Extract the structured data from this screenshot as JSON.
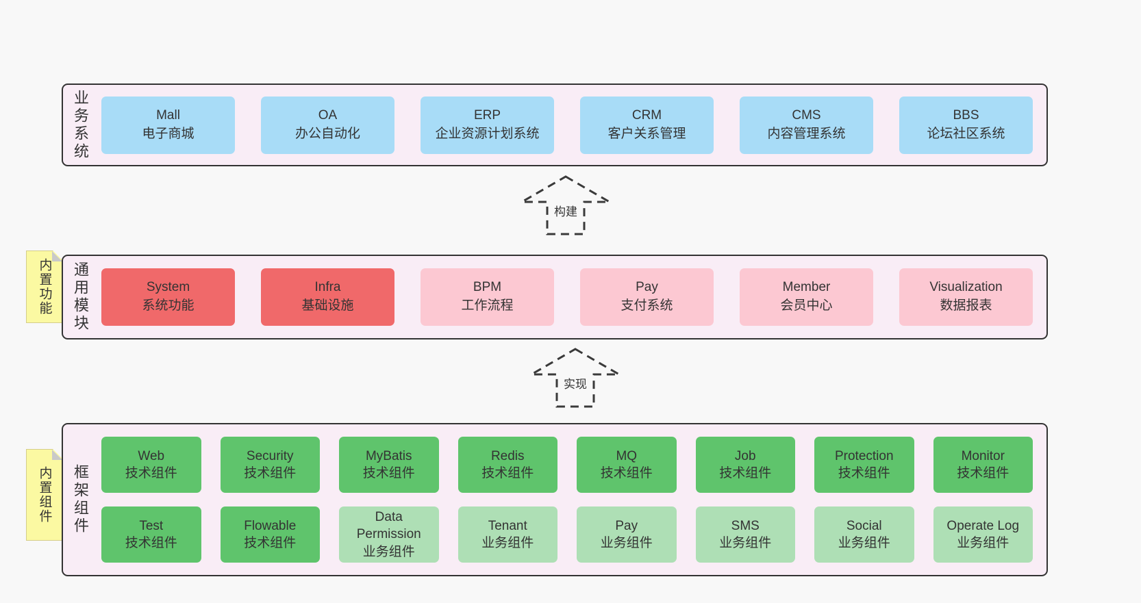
{
  "colors": {
    "pageBg": "#f8f8f8",
    "sectionBg": "#f9edf6",
    "border": "#333333",
    "text": "#333333",
    "blue": "#a8dcf7",
    "red": "#f0696a",
    "pink": "#fcc8d2",
    "green": "#5fc46c",
    "greenLight": "#aedfb5",
    "yellow": "#fbf9a2",
    "fold": "#c9c9c9"
  },
  "arrows": [
    {
      "label": "构建"
    },
    {
      "label": "实现"
    }
  ],
  "sections": {
    "business": {
      "label": "业务系统",
      "items": [
        {
          "en": "Mall",
          "zh": "电子商城",
          "type": "blue"
        },
        {
          "en": "OA",
          "zh": "办公自动化",
          "type": "blue"
        },
        {
          "en": "ERP",
          "zh": "企业资源计划系统",
          "type": "blue"
        },
        {
          "en": "CRM",
          "zh": "客户关系管理",
          "type": "blue"
        },
        {
          "en": "CMS",
          "zh": "内容管理系统",
          "type": "blue"
        },
        {
          "en": "BBS",
          "zh": "论坛社区系统",
          "type": "blue"
        }
      ]
    },
    "modules": {
      "label": "通用模块",
      "tag": "内置功能",
      "items": [
        {
          "en": "System",
          "zh": "系统功能",
          "type": "red"
        },
        {
          "en": "Infra",
          "zh": "基础设施",
          "type": "red"
        },
        {
          "en": "BPM",
          "zh": "工作流程",
          "type": "pink"
        },
        {
          "en": "Pay",
          "zh": "支付系统",
          "type": "pink"
        },
        {
          "en": "Member",
          "zh": "会员中心",
          "type": "pink"
        },
        {
          "en": "Visualization",
          "zh": "数据报表",
          "type": "pink"
        }
      ]
    },
    "components": {
      "label": "框架组件",
      "tag": "内置组件",
      "rows": [
        [
          {
            "en": "Web",
            "zh": "技术组件",
            "type": "green"
          },
          {
            "en": "Security",
            "zh": "技术组件",
            "type": "green"
          },
          {
            "en": "MyBatis",
            "zh": "技术组件",
            "type": "green"
          },
          {
            "en": "Redis",
            "zh": "技术组件",
            "type": "green"
          },
          {
            "en": "MQ",
            "zh": "技术组件",
            "type": "green"
          },
          {
            "en": "Job",
            "zh": "技术组件",
            "type": "green"
          },
          {
            "en": "Protection",
            "zh": "技术组件",
            "type": "green"
          },
          {
            "en": "Monitor",
            "zh": "技术组件",
            "type": "green"
          }
        ],
        [
          {
            "en": "Test",
            "zh": "技术组件",
            "type": "green"
          },
          {
            "en": "Flowable",
            "zh": "技术组件",
            "type": "green"
          },
          {
            "en": "Data Permission",
            "zh": "业务组件",
            "type": "green-light"
          },
          {
            "en": "Tenant",
            "zh": "业务组件",
            "type": "green-light"
          },
          {
            "en": "Pay",
            "zh": "业务组件",
            "type": "green-light"
          },
          {
            "en": "SMS",
            "zh": "业务组件",
            "type": "green-light"
          },
          {
            "en": "Social",
            "zh": "业务组件",
            "type": "green-light"
          },
          {
            "en": "Operate Log",
            "zh": "业务组件",
            "type": "green-light"
          }
        ]
      ]
    }
  }
}
